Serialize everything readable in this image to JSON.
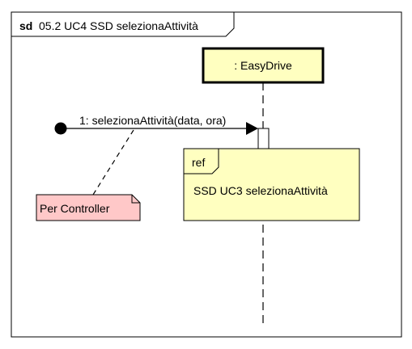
{
  "frame": {
    "keyword": "sd",
    "title": "05.2 UC4 SSD selezionaAttività"
  },
  "lifeline": {
    "name": ": EasyDrive",
    "fill_color": "#ffffc0"
  },
  "message": {
    "label": "1: selezionaAttività(data, ora)"
  },
  "interaction_use": {
    "keyword": "ref",
    "text": "SSD UC3 selezionaAttività",
    "fill_color": "#ffffc0"
  },
  "note": {
    "text": "Per Controller",
    "fill_color": "#ffc8c8"
  }
}
